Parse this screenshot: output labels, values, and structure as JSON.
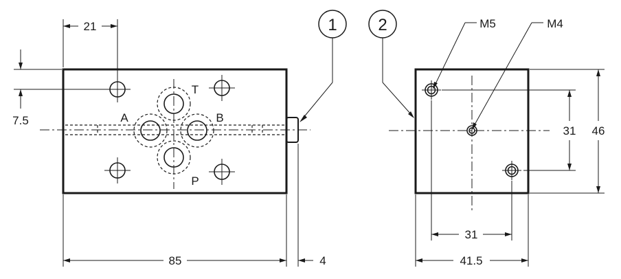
{
  "callouts": {
    "item1": "1",
    "item2": "2"
  },
  "ports": {
    "a": "A",
    "b": "B",
    "t": "T",
    "p": "P"
  },
  "dimensions": {
    "front_bolt_spacing_x": "21",
    "front_port_offset_y": "7.5",
    "front_width": "85",
    "plug_length": "4",
    "side_hole_spacing_y": "31",
    "side_height": "46",
    "side_hole_spacing_x": "31",
    "side_width": "41.5"
  },
  "threads": {
    "upper": "M5",
    "center": "M4"
  }
}
